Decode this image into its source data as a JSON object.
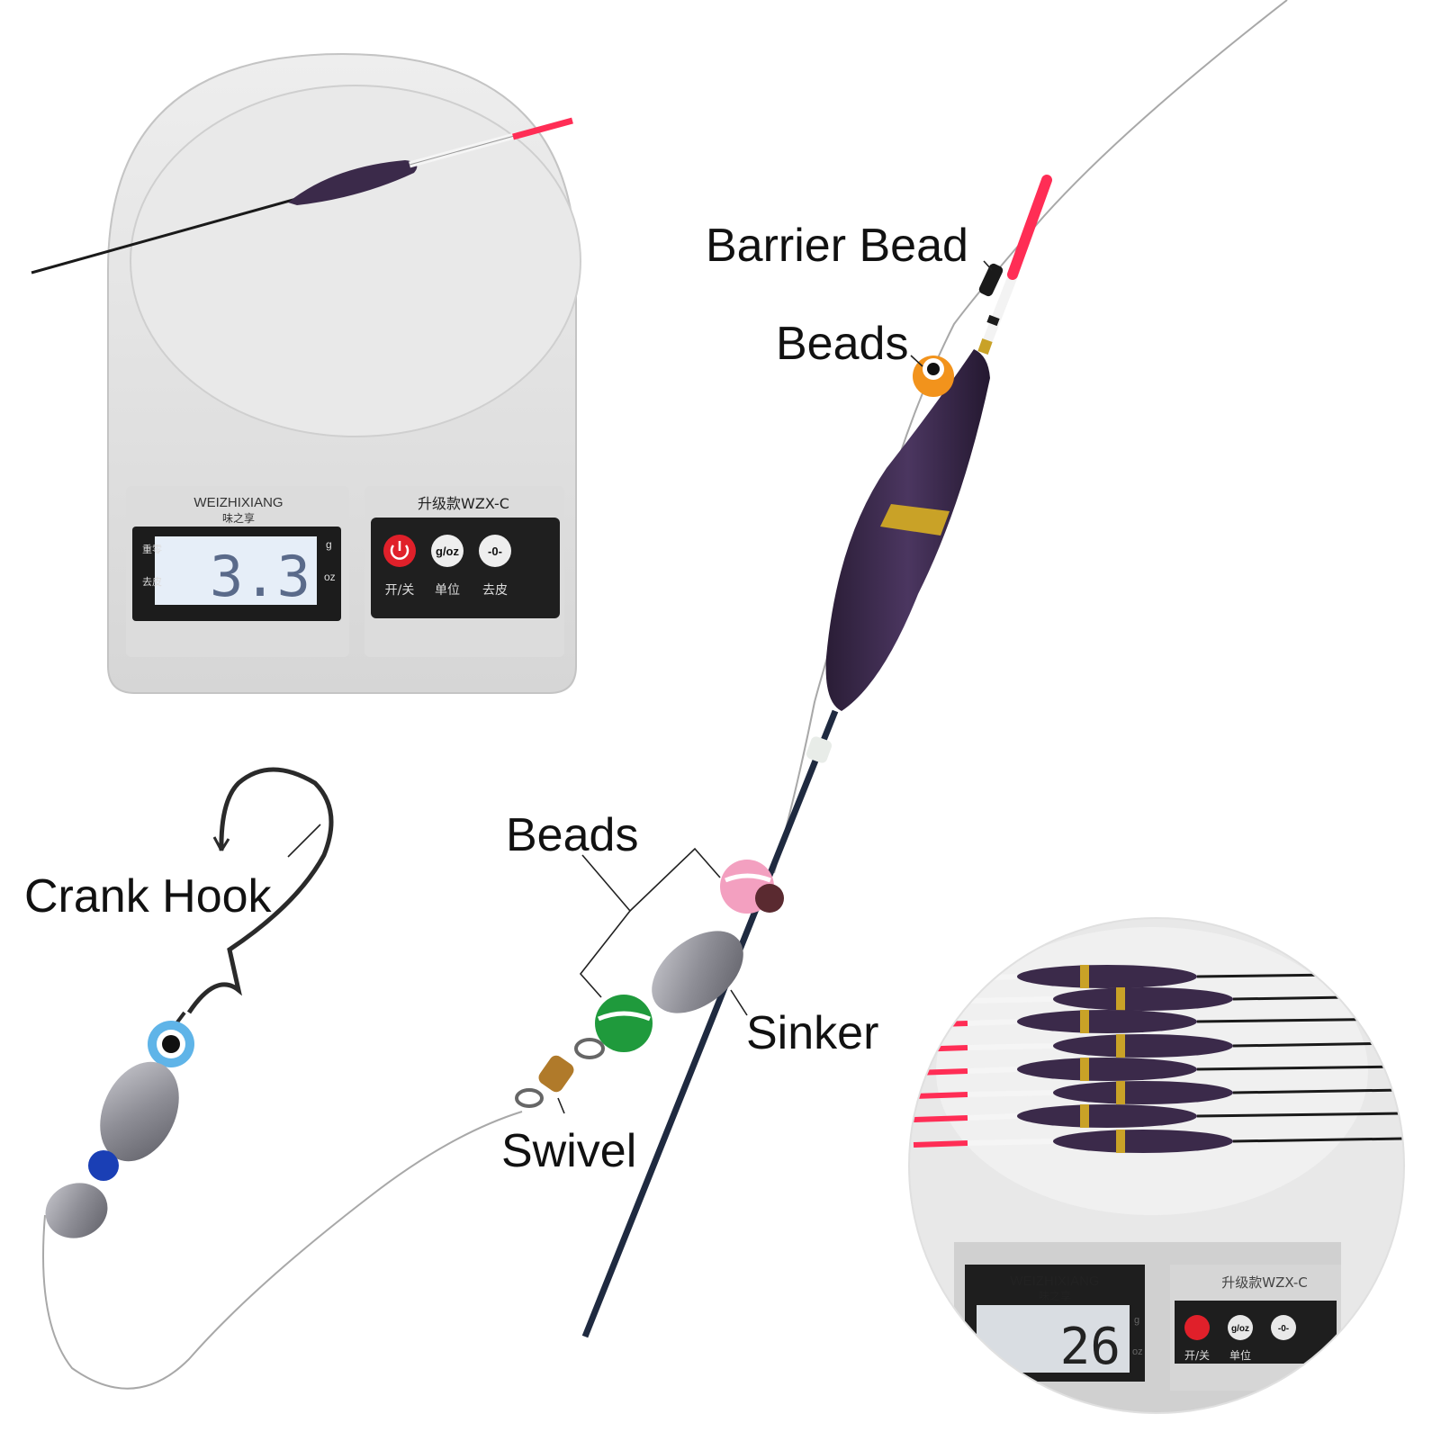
{
  "labels": {
    "barrier_bead": "Barrier Bead",
    "beads_top": "Beads",
    "beads_mid": "Beads",
    "crank_hook": "Crank Hook",
    "sinker": "Sinker",
    "swivel": "Swivel"
  },
  "scale_top": {
    "brand": "WEIZHIXIANG",
    "brand_sub": "味之享",
    "model": "升级款WZX-C",
    "reading": "3.3",
    "unit_g": "g",
    "unit_oz": "oz",
    "side_tare": "重零",
    "side_peel": "去皮",
    "btn_units": "g/oz",
    "btn_zero": "-0-",
    "lbl_power": "开/关",
    "lbl_unit": "单位",
    "lbl_tare": "去皮"
  },
  "scale_inset": {
    "brand": "WEIZHIXIANG",
    "brand_sub": "味之享",
    "model": "升级款WZX-C",
    "reading": "26",
    "unit_g": "g",
    "unit_oz": "oz",
    "btn_units": "g/oz",
    "btn_zero": "-0-",
    "lbl_power": "开/关",
    "lbl_unit": "单位"
  },
  "colors": {
    "float_tip": "#ff2d55",
    "float_body": "#3b2a4a",
    "float_band": "#c9a227",
    "lcd": "#e6eef8",
    "scale_body": "#e4e4e4",
    "panel": "#2b2b2b",
    "power_button": "#e0202a"
  },
  "icons": {
    "power": "power-icon"
  }
}
